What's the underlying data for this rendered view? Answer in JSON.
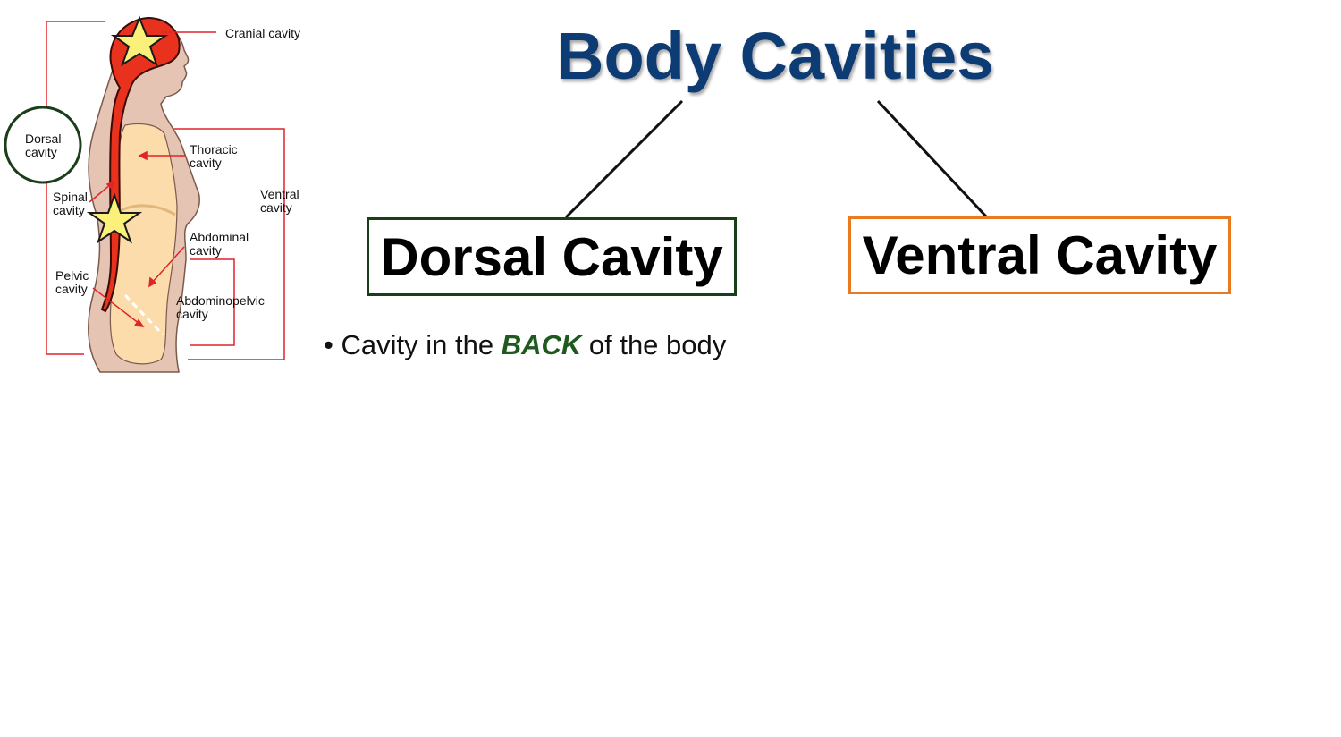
{
  "slide": {
    "title": "Body Cavities"
  },
  "figure": {
    "labels": {
      "cranial": "Cranial cavity",
      "dorsal_line1": "Dorsal",
      "dorsal_line2": "cavity",
      "thoracic_line1": "Thoracic",
      "thoracic_line2": "cavity",
      "ventral_line1": "Ventral",
      "ventral_line2": "cavity",
      "spinal_line1": "Spinal",
      "spinal_line2": "cavity",
      "abdominal_line1": "Abdominal",
      "abdominal_line2": "cavity",
      "pelvic_line1": "Pelvic",
      "pelvic_line2": "cavity",
      "abdominopelvic_line1": "Abdominopelvic",
      "abdominopelvic_line2": "cavity"
    },
    "colors": {
      "skin": "#e5c4b4",
      "ventral_fill": "#fbdcaa",
      "dorsal_fill": "#e8321e",
      "bracket": "#e0242b",
      "star": "#faf07a",
      "dorsal_circle": "#1a3d1a"
    }
  },
  "boxes": {
    "dorsal": {
      "label": "Dorsal Cavity",
      "border_color": "#1a3d1a"
    },
    "ventral": {
      "label": "Ventral Cavity",
      "border_color": "#ea7a1f"
    }
  },
  "bullets": [
    {
      "marker": "•",
      "prefix": "Cavity in the ",
      "emphasis": "BACK",
      "suffix": " of the body"
    }
  ],
  "theme": {
    "title_color": "#0d3b73",
    "emphasis_color": "#1e5a1e"
  }
}
